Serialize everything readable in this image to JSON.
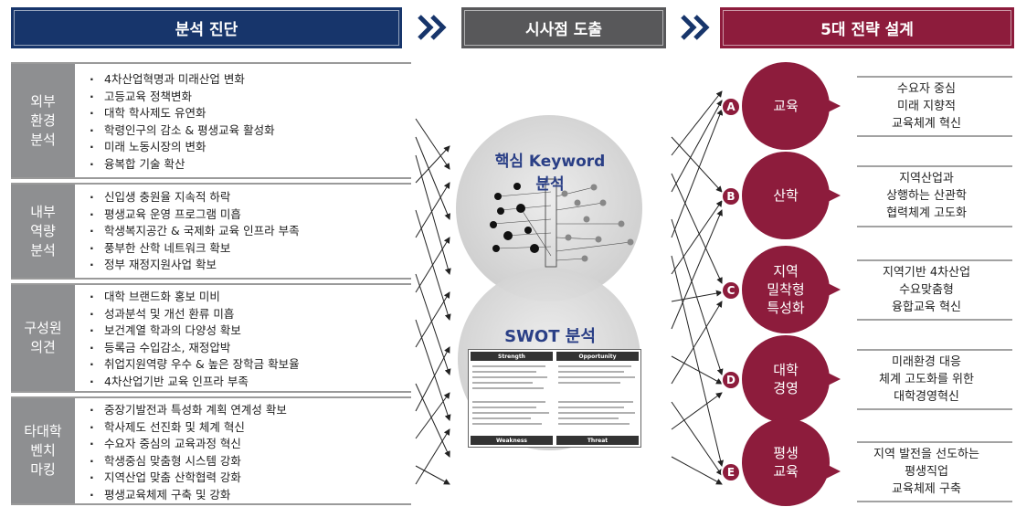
{
  "headers": {
    "analysis": "분석 진단",
    "insight": "시사점 도출",
    "strategy": "5대 전략 설계"
  },
  "categories": [
    {
      "label": "외부\n환경\n분석",
      "items": [
        "4차산업혁명과 미래산업 변화",
        "고등교육 정책변화",
        "대학 학사제도 유연화",
        "학령인구의 감소 & 평생교육 활성화",
        "미래 노동시장의 변화",
        "융복합 기술 확산"
      ]
    },
    {
      "label": "내부\n역량\n분석",
      "items": [
        "신입생 충원율 지속적 하락",
        "평생교육 운영 프로그램 미흡",
        "학생복지공간 & 국제화 교육 인프라 부족",
        "풍부한 산학 네트워크 확보",
        "정부 재정지원사업 확보"
      ]
    },
    {
      "label": "구성원\n의견",
      "items": [
        "대학 브랜드화 홍보 미비",
        "성과분석 및 개선 환류 미흡",
        "보건계열 학과의 다양성 확보",
        "등록금 수입감소, 재정압박",
        "취업지원역량 우수 & 높은 장학금 확보율",
        "4차산업기반 교육 인프라 부족"
      ]
    },
    {
      "label": "타대학\n벤치\n마킹",
      "items": [
        "중장기발전과 특성화 계획 연계성 확보",
        "학사제도 선진화 및 체계 혁신",
        "수요자 중심의 교육과정 혁신",
        "학생중심 맞춤형 시스템 강화",
        "지역산업 맞춤 산학협력 강화",
        "평생교육체제 구축 및 강화"
      ]
    }
  ],
  "insight": {
    "keyword_title": "핵심 Keyword 분석",
    "swot_title": "SWOT 분석",
    "swot_quadrants": [
      "Strength",
      "Opportunity",
      "Weakness",
      "Threat"
    ]
  },
  "strategies": [
    {
      "badge": "A",
      "label": "교육",
      "desc": "수요자 중심\n미래 지향적\n교육체계 혁신"
    },
    {
      "badge": "B",
      "label": "산학",
      "desc": "지역산업과\n상행하는 산관학\n협력체계 고도화"
    },
    {
      "badge": "C",
      "label": "지역\n밀착형\n특성화",
      "desc": "지역기반 4차산업\n수요맞춤형\n융합교육 혁신"
    },
    {
      "badge": "D",
      "label": "대학\n경영",
      "desc": "미래환경 대응\n체계 고도화를 위한\n대학경영혁신"
    },
    {
      "badge": "E",
      "label": "평생\n교육",
      "desc": "지역 발전을 선도하는\n평생직업\n교육체제 구축"
    }
  ],
  "colors": {
    "navy": "#17356b",
    "gray": "#58585a",
    "maroon": "#8d1c3c",
    "category_gray": "#8e8f91"
  }
}
